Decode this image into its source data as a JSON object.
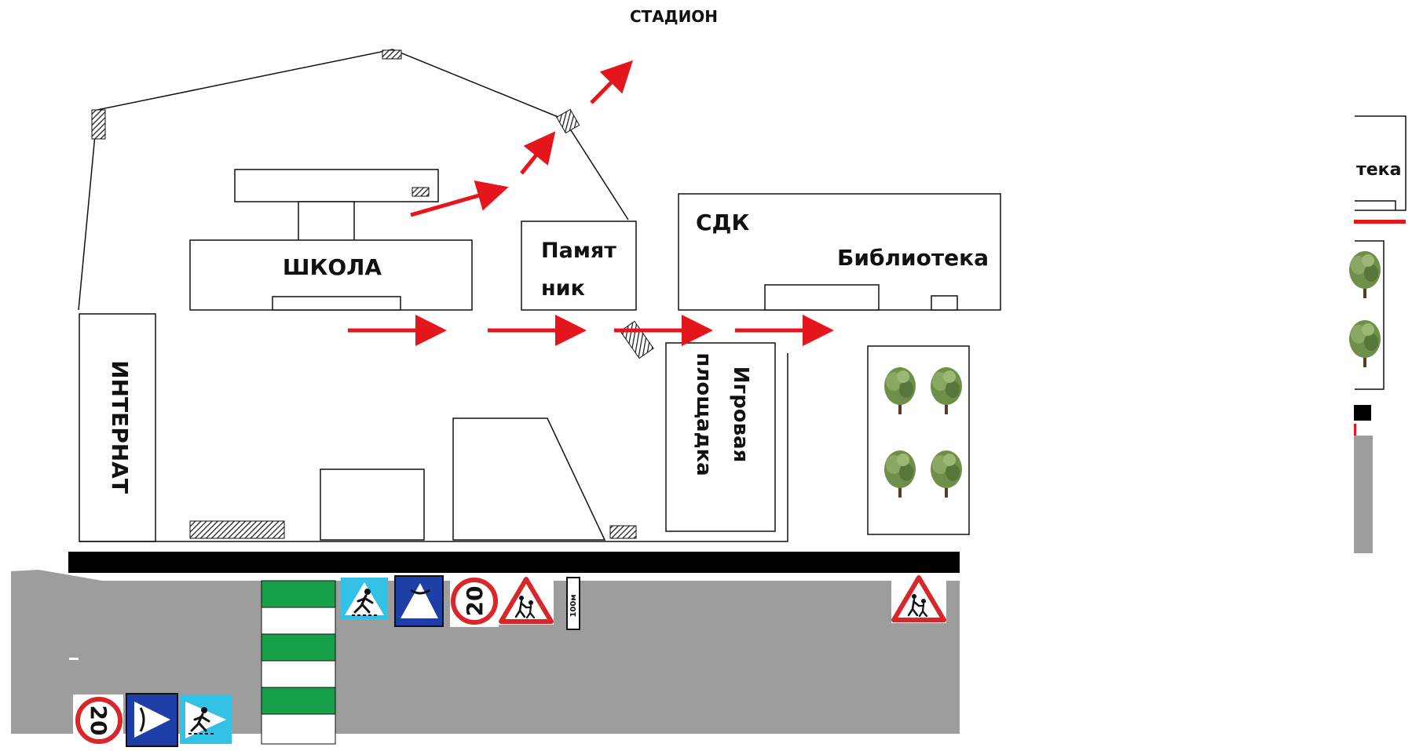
{
  "labels": {
    "stadium": "СТАДИОН",
    "school": "ШКОЛА",
    "monument_line1": "Памят",
    "monument_line2": "ник",
    "sdk": "СДК",
    "library": "Библиотека",
    "internat": "ИНТЕРНАТ",
    "playground_line1": "Игровая",
    "playground_line2": "площадка",
    "inset_fragment": "тека"
  },
  "signs": {
    "speed_limit": "20",
    "distance_plate": "100м"
  },
  "icons": {
    "route_arrow": "red-arrow-icon",
    "tree": "tree-icon",
    "pedestrian_crossing_sign": "pedestrian-crossing-sign-icon",
    "children_warning_sign": "children-warning-sign-icon",
    "main_road_sign": "main-road-sign-icon",
    "speed_limit_sign": "speed-limit-sign-icon",
    "gate": "gate-hatched-icon"
  },
  "colors": {
    "route": "#e5161b",
    "road": "#9d9d9d",
    "road_edge": "#000000",
    "zebra": "#17a04a",
    "sign_blue": "#1f3fa8",
    "sign_cyan": "#33c2e6",
    "sign_red": "#d8262b"
  }
}
